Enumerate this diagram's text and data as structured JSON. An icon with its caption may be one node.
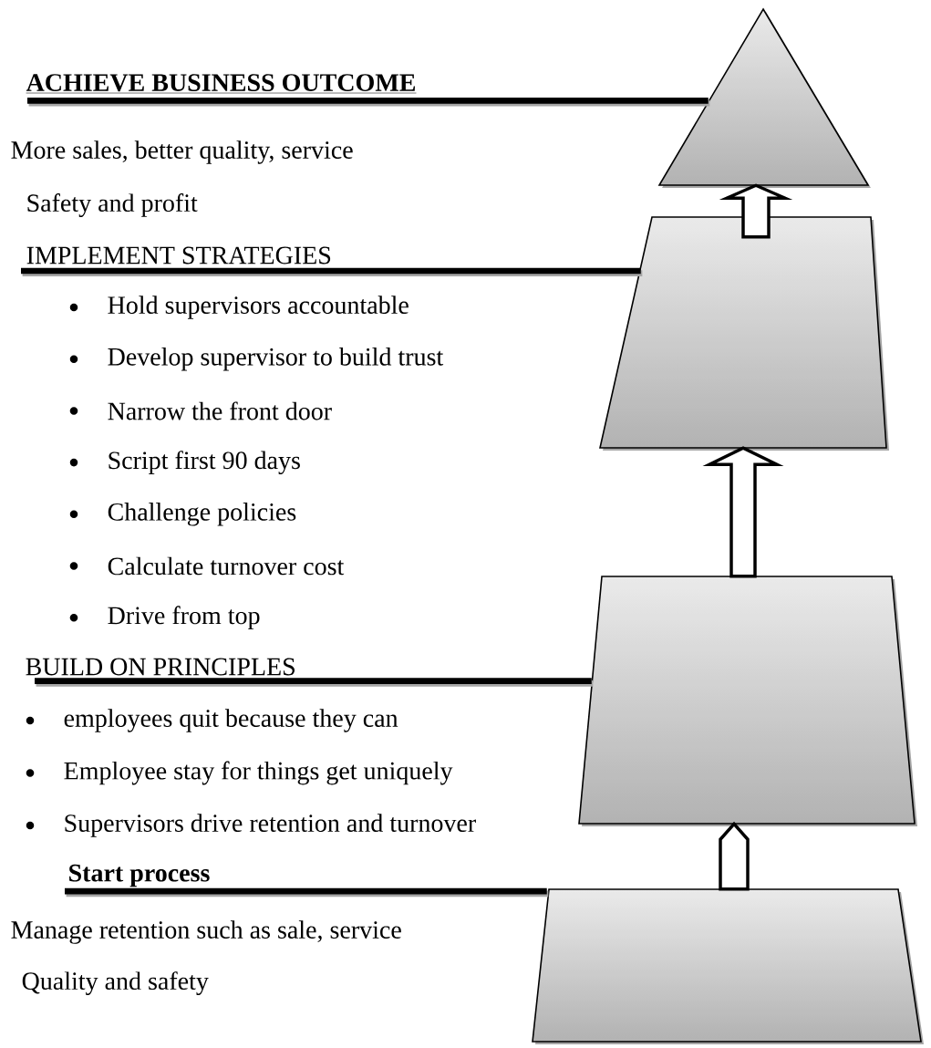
{
  "diagram": {
    "nodes": [
      {
        "text": [
          "ACHIEVE BUSINESS OUTCOME"
        ]
      },
      {
        "text": [],
        "shape": "triangle"
      },
      {
        "text": [
          "IMPLEMENT STRATEGIES"
        ]
      },
      {
        "text": [],
        "shape": "trapezoid"
      },
      {
        "text": [
          "BUILD ON PRINCIPLES"
        ]
      },
      {
        "text": [],
        "shape": "trapezoid"
      },
      {
        "text": [
          "Start process"
        ]
      },
      {
        "text": [],
        "shape": "trapezoid"
      }
    ],
    "edges": [
      {
        "from": 0,
        "to": 1,
        "arrow": "none"
      },
      {
        "from": 2,
        "to": 3,
        "arrow": "none"
      },
      {
        "from": 4,
        "to": 5,
        "arrow": "none"
      },
      {
        "from": 6,
        "to": 7,
        "arrow": "none"
      },
      {
        "from": 3,
        "to": 1,
        "arrow": "to"
      },
      {
        "from": 5,
        "to": 3,
        "arrow": "to"
      },
      {
        "from": 7,
        "to": 5,
        "arrow": "to"
      }
    ],
    "labels": [
      "More sales, better quality, service",
      "Safety and profit",
      "Hold supervisors accountable",
      "Develop supervisor to build trust",
      "Narrow the front door",
      "Script first 90 days",
      "Challenge policies",
      "Calculate turnover cost",
      "Drive from top",
      "employees quit because they can",
      "Employee stay for things get uniquely",
      "Supervisors drive retention and turnover",
      "Manage retention such as sale, service",
      "Quality and safety"
    ]
  }
}
